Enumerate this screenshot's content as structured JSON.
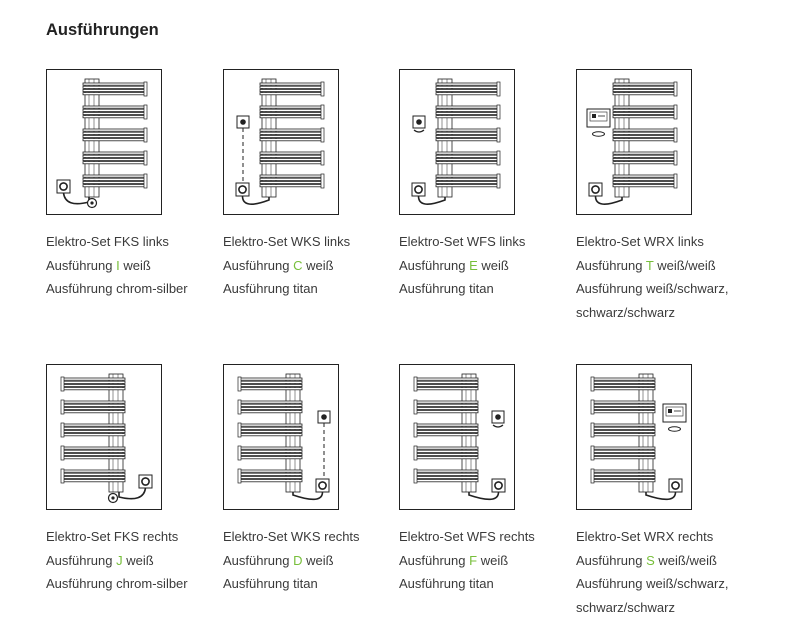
{
  "title": "Ausführungen",
  "accent_color": "#77bf3a",
  "variants": [
    {
      "name": "Elektro-Set FKS links",
      "prefix": "Ausführung",
      "code": "I",
      "finish": "weiß",
      "extra_lines": [
        "Ausführung chrom-silber"
      ],
      "side": "left",
      "control": "fks",
      "icon": "radiator-fks-left-icon"
    },
    {
      "name": "Elektro-Set WKS links",
      "prefix": "Ausführung",
      "code": "C",
      "finish": "weiß",
      "extra_lines": [
        "Ausführung titan"
      ],
      "side": "left",
      "control": "wks",
      "icon": "radiator-wks-left-icon"
    },
    {
      "name": "Elektro-Set WFS links",
      "prefix": "Ausführung",
      "code": "E",
      "finish": "weiß",
      "extra_lines": [
        "Ausführung titan"
      ],
      "side": "left",
      "control": "wfs",
      "icon": "radiator-wfs-left-icon"
    },
    {
      "name": "Elektro-Set WRX links",
      "prefix": "Ausführung",
      "code": "T",
      "finish": "weiß/weiß",
      "extra_lines": [
        "Ausführung weiß/schwarz,",
        "schwarz/schwarz"
      ],
      "side": "left",
      "control": "wrx",
      "icon": "radiator-wrx-left-icon"
    },
    {
      "name": "Elektro-Set FKS rechts",
      "prefix": "Ausführung",
      "code": "J",
      "finish": "weiß",
      "extra_lines": [
        "Ausführung chrom-silber"
      ],
      "side": "right",
      "control": "fks",
      "icon": "radiator-fks-right-icon"
    },
    {
      "name": "Elektro-Set WKS rechts",
      "prefix": "Ausführung",
      "code": "D",
      "finish": "weiß",
      "extra_lines": [
        "Ausführung titan"
      ],
      "side": "right",
      "control": "wks",
      "icon": "radiator-wks-right-icon"
    },
    {
      "name": "Elektro-Set WFS rechts",
      "prefix": "Ausführung",
      "code": "F",
      "finish": "weiß",
      "extra_lines": [
        "Ausführung titan"
      ],
      "side": "right",
      "control": "wfs",
      "icon": "radiator-wfs-right-icon"
    },
    {
      "name": "Elektro-Set WRX rechts",
      "prefix": "Ausführung",
      "code": "S",
      "finish": "weiß/weiß",
      "extra_lines": [
        "Ausführung weiß/schwarz,",
        "schwarz/schwarz"
      ],
      "side": "right",
      "control": "wrx",
      "icon": "radiator-wrx-right-icon"
    }
  ]
}
